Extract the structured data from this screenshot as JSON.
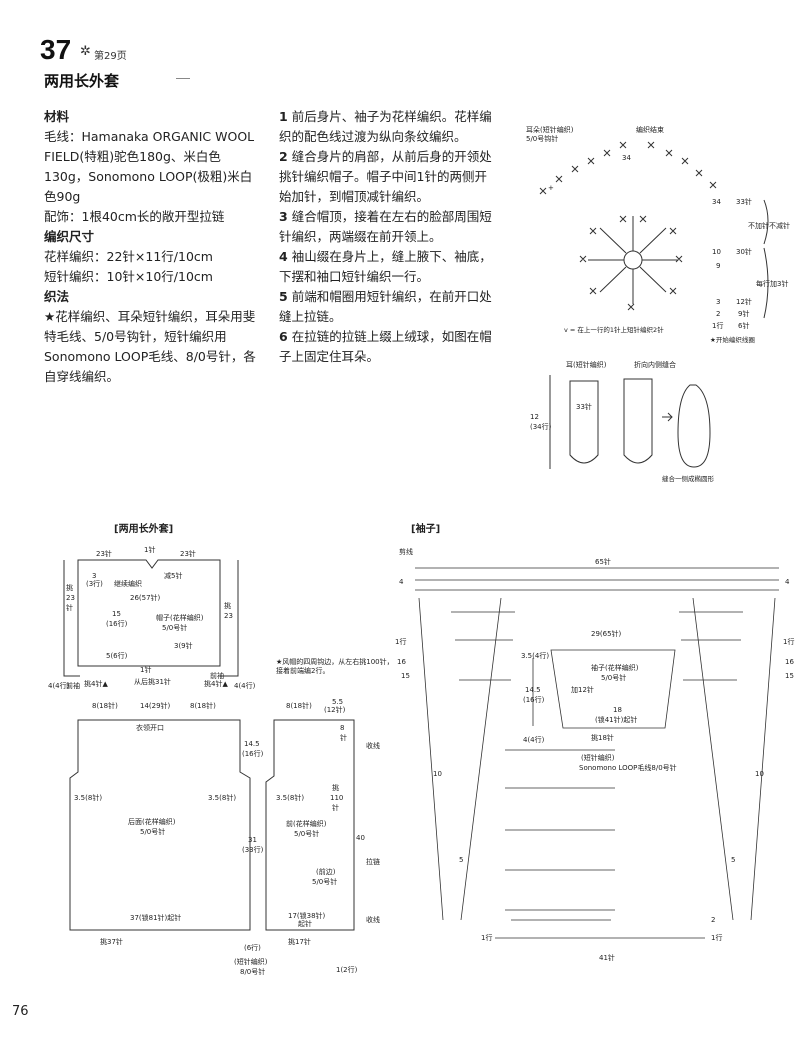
{
  "header": {
    "pattern_number": "37",
    "star": "✲",
    "page_ref": "第29页",
    "title": "两用长外套"
  },
  "materials": {
    "heading": "材料",
    "lines": [
      "毛线：Hamanaka ORGANIC WOOL FIELD(特粗)驼色180g、米白色130g，Sonomono LOOP(极粗)米白色90g",
      "配饰：1根40cm长的敞开型拉链"
    ]
  },
  "gauge": {
    "heading": "编织尺寸",
    "lines": [
      "花样编织：22针×11行/10cm",
      "短针编织：10针×10行/10cm"
    ]
  },
  "method": {
    "heading": "织法",
    "intro": "★花样编织、耳朵短针编织，耳朵用斐特毛线、5/0号钩针，短针编织用Sonomono LOOP毛线、8/0号针，各自穿线编织。",
    "steps": [
      {
        "n": "1",
        "text": "前后身片、袖子为花样编织。花样编织的配色线过渡为纵向条纹编织。"
      },
      {
        "n": "2",
        "text": "缝合身片的肩部，从前后身的开领处挑针编织帽子。帽子中间1针的两侧开始加针，到帽顶减针编织。"
      },
      {
        "n": "3",
        "text": "缝合帽顶，接着在左右的脸部周围短针编织，两端缀在前开领上。"
      },
      {
        "n": "4",
        "text": "袖山缀在身片上，缝上腋下、袖底，下摆和袖口短针编织一行。"
      },
      {
        "n": "5",
        "text": "前端和帽圈用短针编织，在前开口处缝上拉链。"
      },
      {
        "n": "6",
        "text": "在拉链的拉链上缀上绒球，如图在帽子上固定住耳朵。"
      }
    ]
  },
  "ear_chart": {
    "title": "耳朵(短针编织)",
    "hook": "5/0号钩针",
    "end_label": "编织结束",
    "center_stitch": "34",
    "legend": "v = 在上一行的1针上短针编织2针",
    "start_label": "★开始编织线圈",
    "rows_note": {
      "no_increase": "不加针不减针",
      "each_row": "每行加3针",
      "rows": [
        "34",
        "10",
        "9",
        "3",
        "2",
        "1行"
      ],
      "stitches": [
        "33针",
        "30针",
        "12针",
        "9针",
        "6针"
      ]
    }
  },
  "ear_shape": {
    "title": "耳(短针编织)",
    "fold_label": "折向内侧缝合",
    "height": "12",
    "height_cm": "(34行)",
    "stitches": "33针",
    "oval_label": "缝合一侧成椭圆形"
  },
  "coat": {
    "title": "[两用长外套]",
    "hood_label": "帽子(花样编织)",
    "hood_hook": "5/0号针",
    "top_stitch": "1针",
    "side_left": "23针",
    "side_right": "23针",
    "reduce": "减5针",
    "rows3": "3",
    "rows3b": "(3行)",
    "continue": "继续编织",
    "width26": "26(57针)",
    "h15": "15",
    "h15b": "(16行)",
    "r5": "5(6行)",
    "inc39": "3(9针",
    "gather": "从后挑31针",
    "one_st": "1针",
    "pick23": "挑",
    "pick23b": "23",
    "pick23c": "针",
    "left_pick": "挑\n23\n针",
    "right_edge": "(短针\n编织)\n8/0\n号针",
    "front_l": "前袖",
    "front_l2": "挑4针▲",
    "front_r": "前袖",
    "front_r2": "挑4针▲",
    "side4l": "4(4行)",
    "side4r": "4(4行)",
    "w8a": "8(18针)",
    "w14": "14(29针)",
    "w8b": "8(18针)",
    "neck": "衣领开口",
    "back_label": "后面(花样编织)",
    "back_hook": "5/0号针",
    "arm_l": "3.5(8针)",
    "arm_r": "3.5(8针)",
    "back_start": "37(锁81针)起针",
    "back_pick": "挑37针",
    "h31": "31",
    "h31b": "(33行)",
    "h14": "14.5",
    "h14b": "(16行)",
    "h6": "(6行)",
    "bottom_hem": "(短针编织)",
    "bottom_hook": "8/0号针",
    "front_w8": "8(18针)",
    "front_w55": "5.5",
    "front_w55b": "(12针)",
    "front_label": "前(花样编织)",
    "front_hook": "5/0号针",
    "front_arm": "3.5(8针)",
    "front_band": "(前边)",
    "front_band2": "5/0号针",
    "front_start": "17(锁38针)",
    "front_start2": "起针",
    "front_pick": "挑17针",
    "note_top": "★风帽的四周钩边，从左右挑100针，接着前端编2行。",
    "h40": "40",
    "zip": "拉链",
    "shoulder_a": "收线",
    "shoulder_b": "收线",
    "edge_pick": "挑",
    "edge_pick2": "110",
    "edge_pick3": "针",
    "eight": "8",
    "eight_b": "针",
    "onerow": "1(2行)"
  },
  "sleeve": {
    "title": "[袖子]",
    "cut": "剪线",
    "top_count": "65针",
    "bottom_count": "41针",
    "row_marks": [
      "4",
      "1行",
      "16",
      "15",
      "10",
      "5",
      "2",
      "1行"
    ],
    "inset_w": "29(65针)",
    "inset_h1": "3.5(4行)",
    "inset_h2": "14.5",
    "inset_h3": "(16行)",
    "inset_h4": "4(4行)",
    "inset_inc": "加12针",
    "inset_label": "袖子(花样编织)",
    "inset_hook": "5/0号针",
    "inset_base": "18",
    "inset_base2": "(锁41针)起针",
    "inset_pick": "挑18针",
    "inset_cuff": "(短针编织)",
    "inset_cuff2": "Sonomono LOOP毛线8/0号针"
  },
  "page_number": "76"
}
